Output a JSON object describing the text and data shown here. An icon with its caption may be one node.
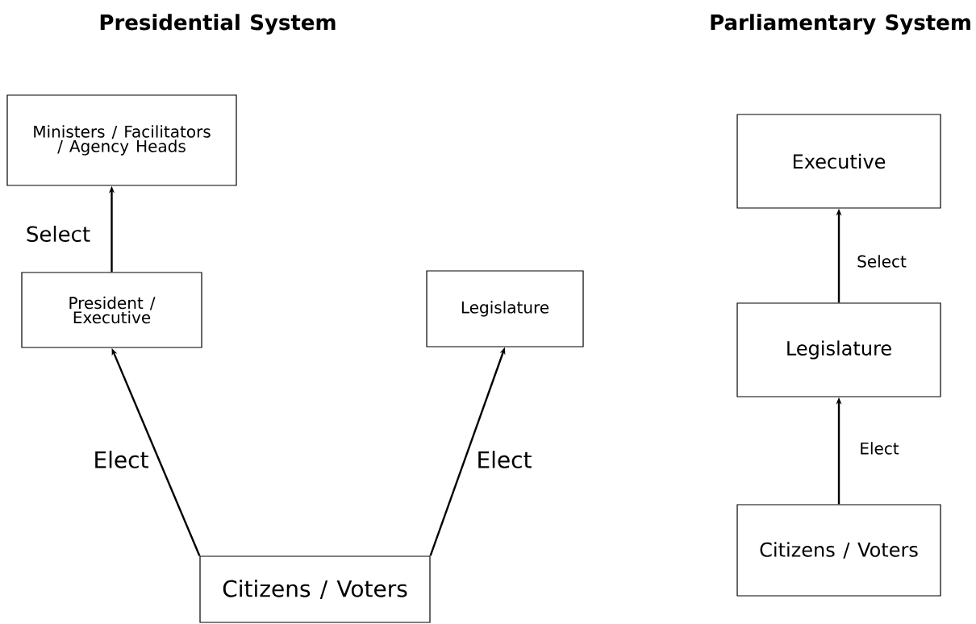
{
  "diagram": {
    "title": "Presidential System",
    "nodes": [
      {
        "text": [
          "Ministers / Facilitators / Agency Heads"
        ]
      },
      {
        "text": [
          "President / Executive"
        ]
      },
      {
        "text": [
          "Legislature"
        ]
      },
      {
        "text": [
          "Citizens / Voters"
        ]
      },
      {
        "text": [
          "Executive"
        ]
      },
      {
        "text": [
          "Legislature"
        ]
      },
      {
        "text": [
          "Citizens / Voters"
        ]
      }
    ],
    "edges": [
      {
        "from": 1,
        "to": 0,
        "arrow": "to",
        "label": "Select"
      },
      {
        "from": 3,
        "to": 1,
        "arrow": "to",
        "label": "Elect"
      },
      {
        "from": 3,
        "to": 2,
        "arrow": "to",
        "label": "Elect"
      },
      {
        "from": 5,
        "to": 4,
        "arrow": "to",
        "label": "Select"
      },
      {
        "from": 6,
        "to": 5,
        "arrow": "to",
        "label": "Elect"
      }
    ],
    "labels": [
      "Parliamentary System"
    ]
  }
}
